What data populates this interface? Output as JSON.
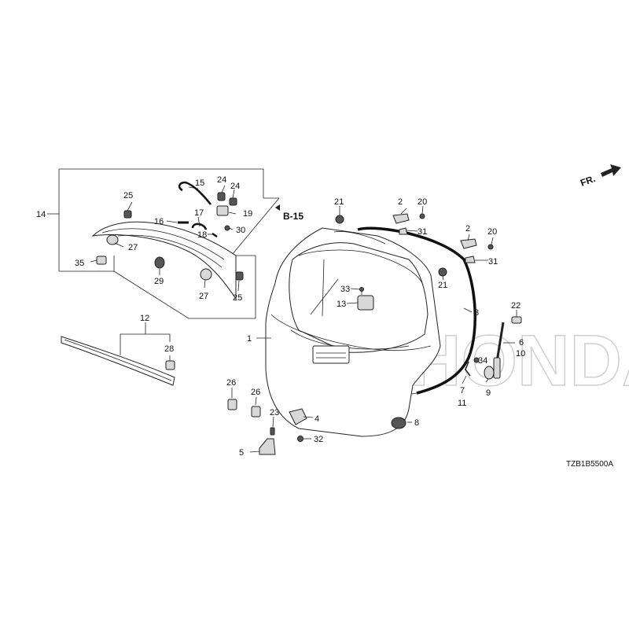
{
  "diagram": {
    "section_ref": "B-15",
    "direction_label": "FR.",
    "drawing_code": "TZB1B5500A",
    "watermark": "HONDA",
    "callouts": {
      "c1": "1",
      "c2a": "2",
      "c2b": "2",
      "c3": "3",
      "c4": "4",
      "c5": "5",
      "c6": "6",
      "c7": "7",
      "c8": "8",
      "c9": "9",
      "c10": "10",
      "c11": "11",
      "c12": "12",
      "c13": "13",
      "c14": "14",
      "c15": "15",
      "c16": "16",
      "c17": "17",
      "c18": "18",
      "c19": "19",
      "c20a": "20",
      "c20b": "20",
      "c21a": "21",
      "c21b": "21",
      "c22": "22",
      "c23": "23",
      "c24a": "24",
      "c24b": "24",
      "c25a": "25",
      "c25b": "25",
      "c26a": "26",
      "c26b": "26",
      "c27a": "27",
      "c27b": "27",
      "c28": "28",
      "c29": "29",
      "c30": "30",
      "c31a": "31",
      "c31b": "31",
      "c32": "32",
      "c33": "33",
      "c34": "34",
      "c35": "35"
    }
  }
}
